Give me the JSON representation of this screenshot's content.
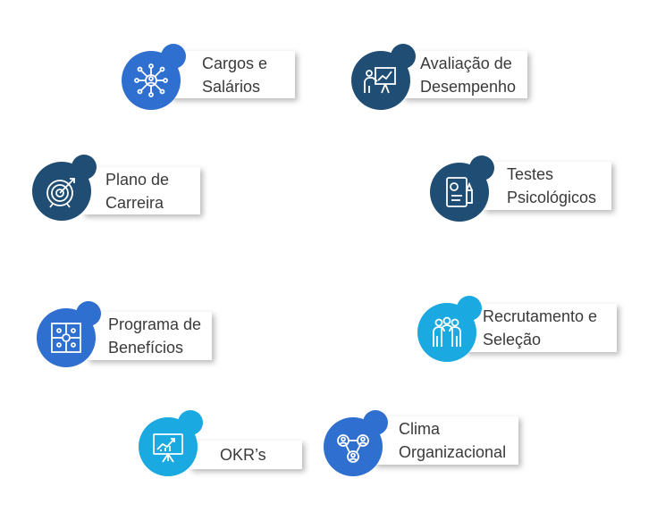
{
  "items": [
    {
      "key": "cargos",
      "lines": [
        "Cargos e",
        "Salários"
      ],
      "icon": "network-person-icon",
      "color": "#2e6fd0"
    },
    {
      "key": "avaliacao",
      "lines": [
        "Avaliação de",
        "Desempenho"
      ],
      "icon": "presentation-chart-icon",
      "color": "#1f4d73"
    },
    {
      "key": "plano",
      "lines": [
        "Plano de",
        "Carreira"
      ],
      "icon": "target-icon",
      "color": "#1f4d73"
    },
    {
      "key": "testes",
      "lines": [
        "Testes",
        "Psicológicos"
      ],
      "icon": "document-pen-icon",
      "color": "#1f4d73"
    },
    {
      "key": "programa",
      "lines": [
        "Programa de",
        "Benefícios"
      ],
      "icon": "puzzle-icon",
      "color": "#2e6fd0"
    },
    {
      "key": "recrutamento",
      "lines": [
        "Recrutamento e",
        "Seleção"
      ],
      "icon": "group-people-icon",
      "color": "#1aa9e0"
    },
    {
      "key": "okrs",
      "lines": [
        "OKR’s"
      ],
      "icon": "growth-board-icon",
      "color": "#1aa9e0"
    },
    {
      "key": "clima",
      "lines": [
        "Clima",
        "Organizacional"
      ],
      "icon": "people-connection-icon",
      "color": "#2e6fd0"
    }
  ]
}
